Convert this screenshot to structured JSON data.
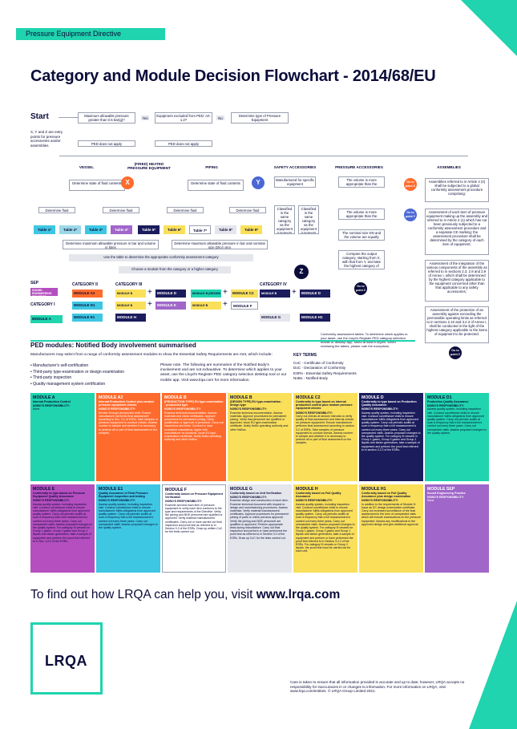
{
  "banner": "Pressure Equipment Directive",
  "title": "Category and Module Decision Flowchart - 2014/68/EU",
  "flowchart": {
    "start": "Start",
    "start_note": "X, Y and Z are entry points for pressure accessories and/or assemblies",
    "box1": "Maximum allowable pressure greater than 0.5 bar(g)?",
    "box2": "Equipment excluded from PED: Art. 1.2?",
    "box3": "Determine type of Pressure Equipment",
    "na1": "PED does not apply",
    "na2": "PED does not apply",
    "yes": "Yes",
    "no": "No",
    "heads": [
      "VESSEL",
      "(FIRED) HEATED PRESSURE EQUIPMENT",
      "PIPING",
      "SAFETY ACCESSORIES",
      "PRESSURE ACCESSORIES",
      "ASSEMBLIES"
    ],
    "state1": "Determine state of fluid contents",
    "state2": "Determine state of fluid contents",
    "group": "Determine fluid group*",
    "tables": [
      "Table 1*",
      "Table 2*",
      "Table 3*",
      "Table 4*",
      "Table 5*",
      "Table 6*",
      "Table 7*",
      "Table 8*",
      "Table 9*"
    ],
    "maxvessel": "Determine maximum allowable pressure in bar and volume in litres",
    "maxpiping": "Determine maximum allowable pressure in bar and nominal size DN in mm",
    "usetable": "Use the table to determine the appropriate conformity assessment category",
    "choose": "Choose a module from the category or a higher category",
    "safety1": "Manufactured for specific equipment",
    "safety2": "Classified in the same category as the equipment it protects",
    "safety3": "Classified in the same category as the equipment it protects",
    "press1": "The volume is more appropriate than the nominal size DN?",
    "press2": "The volume is more appropriate than the nominal size DN?",
    "press3": "The nominal size DN and the volume are equally appropriate",
    "press4": "Compare the output category, starting from X, with that from Y, and take the highest category of these two",
    "goto1": "Go to point Z",
    "goto2": "Go to point X",
    "goto3": "Go to point Y",
    "goto4": "Go to point Z",
    "assembly_text": [
      "Assemblies referred to in Article 4 (2) shall be subjected to a global conformity assessment procedure comprising:",
      "Assessment of each item of pressure equipment making up the assembly and referred to in Article 4 (1) which has not been previously subjected to a conformity assessment procedure and a separate CE marking; the assessment procedure shall be determined by the category of each item of equipment;",
      "Assessment of the integration of the various components of the assembly as referred to in sections 2.3, 2.8 and 2.9 of Annex I, which shall be determined by the highest category applicable to the equipment concerned other than that applicable to any safety accessories;",
      "Assessment of the protection of an assembly against exceeding the permissible operating limits as referred to in sections 2.10 and 3.2.3 of Annex I, shall be conducted in the light of the highest category applicable to the items of equipment to be protected."
    ]
  },
  "categories": {
    "sep": "SEP",
    "sep_sub": "SOUND ENGINEERING PRACTICE",
    "cat1": "CATEGORY I",
    "cat2": "CATEGORY II",
    "cat3": "CATEGORY III",
    "cat4": "CATEGORY IV",
    "modA": "MODULE A",
    "modA2": "MODULE A2",
    "modD1": "MODULE D1",
    "modE1": "MODULE E1",
    "modB_prod": "MODULE B (PRODUCTION TYPE)",
    "modB_design": "MODULE B (DESIGN TYPE)",
    "modB_prod2": "MODULE B (PRODUCTION TYPE)",
    "modB_prod3": "MODULE B (PRODUCTION TYPE)",
    "modB_prod4": "MODULE B (PRODUCTION TYPE)",
    "modD": "MODULE D",
    "modF": "MODULE F",
    "modE": "MODULE E",
    "modC2": "MODULE C2",
    "modH": "MODULE H",
    "modG": "MODULE G",
    "modH1": "MODULE H1",
    "modH_cat3": "MODULE H",
    "conf_note": "Conformity assessment tables. To determine which applies to your asset, use the Lloyd's Register PED category selection mobile or desktop app, found at www.lr.org/en. When reviewing the tables, please note the exceptions."
  },
  "ped": {
    "title": "PED modules: Notified Body involvement summarised",
    "intro": "Manufacturers may select from a range of conformity assessment modules to show the Essential Safety Requirements are met, which include:",
    "bullets": [
      "Manufacturer's self-certification",
      "Third-party type-examination or design examination",
      "Third-party inspection",
      "Quality management system certification"
    ],
    "note": "Please note. The following are summaries of the Notified Body's involvement and are not exhaustive. To determine which applies to your asset, use the Lloyd's Register PED category selection desktop tool or our mobile app. Visit www.lrqa.com for more information.",
    "key_title": "KEY TERMS",
    "keys": [
      "CoC - Certificate of Conformity",
      "DoC - Declaration of Conformity",
      "ESRs - Essential Safety Requirements",
      "NoBo - Notified Body"
    ]
  },
  "modules": [
    {
      "title": "MODULE A",
      "sub": "Internal Production Control",
      "resp": "NOBO'S RESPONSIBILITY:",
      "body": "None"
    },
    {
      "title": "MODULE A2",
      "sub": "Internal Production Control plus random pressure equipment checks",
      "resp": "NOBO'S RESPONSIBILITY:",
      "body": "Monitor through unexpected visits. Ensure manufacturer performs final assessment according to Sec. 3.2 of ESRs. Take samples of pressure equipment to conduct checks. Assess number to sample and whether it is necessary to perform all or part of final assessment on the samples."
    },
    {
      "title": "MODULE B",
      "sub": "(PRODUCTION TYPE) EU type-examination - production type",
      "resp": "NOBO'S RESPONSIBILITY:",
      "body": "Examine technical documentation. Assess materials and check certificates. Approve procedures for permanent joining. Verify qualification or approval of personnel. Carry out inspections and tests. Conduct or have conducted calculations. Agree with manufacturer on locations. Issue EU type-examination certificate. Notify NoBo operating authority and other NoBos."
    },
    {
      "title": "MODULE B",
      "sub": "(DESIGN TYPE) EU type-examination - design type",
      "resp": "NOBO'S RESPONSIBILITY:",
      "body": "Examine technical documentation. Assess materials. Approve procedures for permanent joining. Verify that personnel are qualified or approved. Issue EU type-examination certificate. Notify NoBo operating authority and other NoBos."
    },
    {
      "title": "MODULE C2",
      "sub": "Conformity to type based on internal production control plus random pressure equipment checks",
      "resp": "NOBO'S RESPONSIBILITY:",
      "body": "Carry out checks at random intervals to verify quality of final assessment and internal checks on pressure equipment. Ensure manufacturer performs final assessment according to section 3.2 of ESRs. Take samples of pressure equipment to conduct checks. Assess number to sample and whether it is necessary to perform all or part of final assessment on the samples."
    },
    {
      "title": "MODULE D",
      "sub": "Conformity to type based on Production Quality Assurance",
      "resp": "NOBO'S RESPONSIBILITY:",
      "body": "Assess quality system, including inspection visit. Conduct surveillance visits to ensure manufacturer fulfils obligations from approved quality system. Carry out periodic audits at such a frequency that a full reassessment is carried out every three years. Carry out unexpected visits. Assess proposed changes to the quality system. For category III vessels in Group 1 gases, Group 2 gases and Group 1 liquids and steam generators, take a sample of equipment and perform the proof test referred to in section 3.2.2 of the ESRs."
    },
    {
      "title": "MODULE D1",
      "sub": "Production Quality Assurance",
      "resp": "NOBO'S RESPONSIBILITY:",
      "body": "Assess quality system, including inspection visit. Conduct surveillance visits to ensure manufacturer fulfils obligations from approved quality system. Carry out periodic audits at such a frequency that a full reassessment is carried out every three years. Carry out unexpected visits. Assess proposed changes to the quality system."
    },
    {
      "title": "MODULE E",
      "sub": "Conformity to type based on Pressure Equipment Quality Assurance",
      "resp": "NOBO'S RESPONSIBILITY:",
      "body": "Assess quality system, including inspection visit. Conduct surveillance visits to ensure manufacturer fulfils obligations from approved quality system. Carry out periodic audits at such a frequency that a full reassessment is carried out every three years. Carry out unexpected visits. Assess proposed changes to the quality system. For category III vessels for Group 1 gases, Group 2 gases and Group 1 liquids and steam generators, take a sample of equipment and perform the proof test referred to in Sec. 3.2.2 of the ESRs."
    },
    {
      "title": "MODULE E1",
      "sub": "Quality Assurance of Final Pressure Equipment Inspection and testing",
      "resp": "NOBO'S RESPONSIBILITY:",
      "body": "Assess quality system, including inspection visit. Conduct surveillance visits to ensure manufacturer fulfils obligations from approved quality system. Carry out periodic audits at such a frequency that a full reassessment is carried out every three years. Carry out unexpected visits. Assess proposed changes to the quality system."
    },
    {
      "title": "MODULE F",
      "sub": "Conformity based on Pressure Equipment Verification",
      "resp": "NOBO'S RESPONSIBILITY:",
      "body": "Examine and test each item of pressure equipment to verify each item conforms to the type and requirements of the Directive. Verify the joining and NDE personnel are qualified or approved. Verify material manufacturers' certificates. Carry out or have carried out final inspection and proof test as referred to in Section 3.2 of the ESRs. Draw up written CoC for the tests carried out."
    },
    {
      "title": "MODULE G",
      "sub": "Conformity based on Unit Verification",
      "resp": "NOBO'S RESPONSIBILITY:",
      "body": "Examine design and construction of each item. Examine technical document with respect to design and manufacturing procedures. Assess materials. Verify material manufacturers' certificates. Approve procedures for permanent joining of parts or check previous approval. Verify the joining and NDE personnel are qualified or approved. Perform appropriate tests during manufacture. Carry out final inspection and perform or have performed the proof test as referred to in Section 3.2 of the ESRs. Draw up CoC for the tests carried out."
    },
    {
      "title": "MODULE H",
      "sub": "Conformity based on Full Quality Assurance",
      "resp": "NOBO'S RESPONSIBILITY:",
      "body": "Assess quality system, including inspection visit. Conduct surveillance visits to ensure manufacturer fulfils obligations from approved quality system. Carry out periodic audits at such a frequency that a full reassessment is carried out every three years. Carry out unexpected visits. Assess proposed changes to the quality system. For category III vessels for Group 1 gases, Group 2 gases and Group 1 liquids and steam generators, take a sample of equipment and perform or have performed the proof test referred to in Section 3.2.2 of the ESRs. For category III vessels or Group 2 liquids, the proof test must be carried out for each unit."
    },
    {
      "title": "MODULE H1",
      "sub": "Conformity based on Full Quality Assurance plus design examination",
      "resp": "NOBO'S RESPONSIBILITY:",
      "body": "In addition to the requirements of Module H: Issue an EC design-examination certificate. Carry out increased surveillance of the final assessment in the form of unexpected visits which will include examinations on the pressure equipment. Assess any modifications to the approved design and give additional approval."
    },
    {
      "title": "MODULE SEP",
      "sub": "Sound Engineering Practice",
      "resp": "NOBO'S RESPONSIBILITY:",
      "body": "None"
    }
  ],
  "cta": {
    "text": "To find out how LRQA can help you, visit ",
    "link": "www.lrqa.com"
  },
  "logo": "LRQA",
  "disclaimer": "Care is taken to ensure that all information provided is accurate and up to date; however, LRQA accepts no responsibility for inaccuracies in or changes to information. For more information on LRQA, visit www.lrqa.com/entities. © LRQA Group Limited 2021."
}
